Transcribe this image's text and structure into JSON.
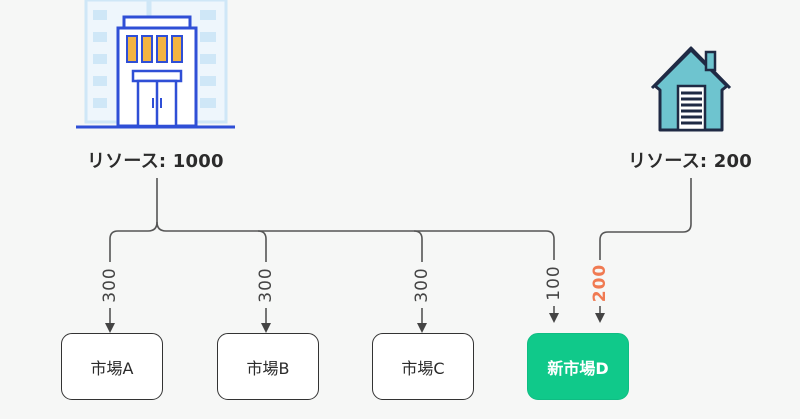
{
  "colors": {
    "background": "#f6f7f6",
    "line": "#555555",
    "new_market_fill": "#10c98a",
    "warehouse_flow_label": "#f07a52",
    "building_outline": "#2f4fd6",
    "building_windows": "#f3b441",
    "background_towers": "#cfe7f7",
    "warehouse_roof": "#6ec4cf"
  },
  "sources": {
    "headquarters": {
      "icon": "office-building-icon",
      "label": "リソース: 1000"
    },
    "warehouse": {
      "icon": "warehouse-icon",
      "label": "リソース: 200"
    }
  },
  "flows": [
    {
      "from": "headquarters",
      "to": "市場A",
      "value": "300"
    },
    {
      "from": "headquarters",
      "to": "市場B",
      "value": "300"
    },
    {
      "from": "headquarters",
      "to": "市場C",
      "value": "300"
    },
    {
      "from": "headquarters",
      "to": "新市場D",
      "value": "100"
    },
    {
      "from": "warehouse",
      "to": "新市場D",
      "value": "200"
    }
  ],
  "markets": [
    {
      "label": "市場A",
      "is_new": false
    },
    {
      "label": "市場B",
      "is_new": false
    },
    {
      "label": "市場C",
      "is_new": false
    },
    {
      "label": "新市場D",
      "is_new": true
    }
  ]
}
